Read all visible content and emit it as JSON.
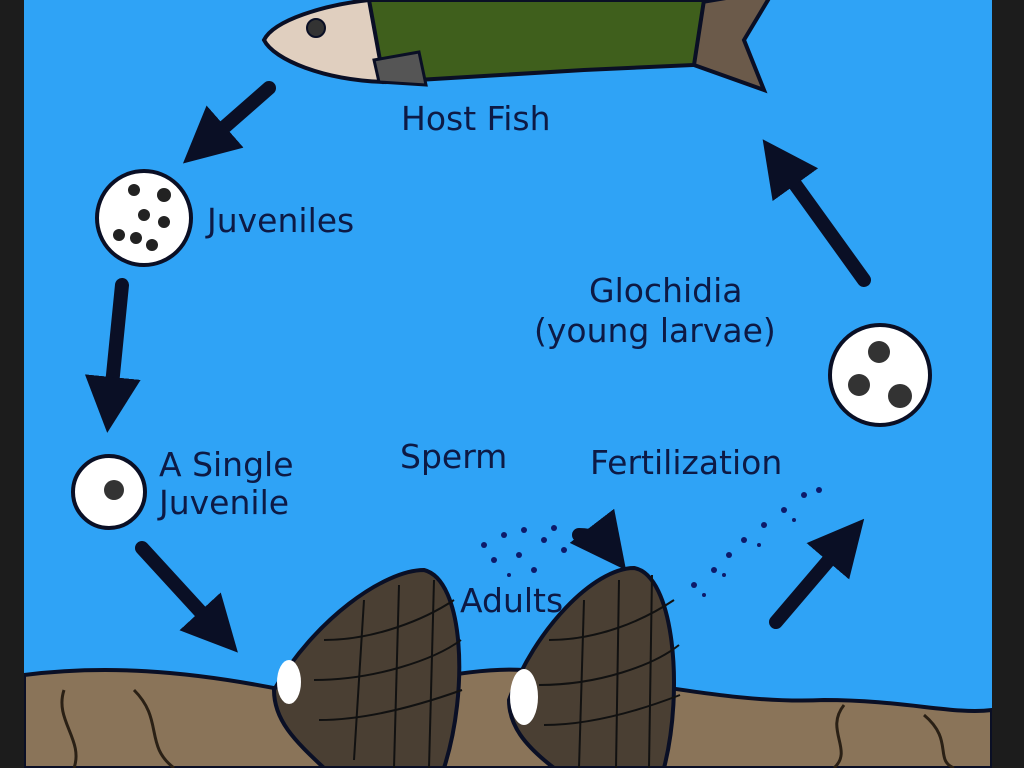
{
  "labels": {
    "host_fish": "Host Fish",
    "juveniles": "Juveniles",
    "single_juvenile_1": "A Single",
    "single_juvenile_2": "Juvenile",
    "sperm": "Sperm",
    "fertilization": "Fertilization",
    "glochidia_1": "Glochidia",
    "glochidia_2": "(young larvae)",
    "adults": "Adults"
  },
  "colors": {
    "water": "#2fa3f6",
    "fish_body": "#3f5f1c",
    "fish_head": "#e0cfbf",
    "shell": "#4a3f33",
    "sediment": "#8a7459",
    "text": "#0d1a45"
  }
}
